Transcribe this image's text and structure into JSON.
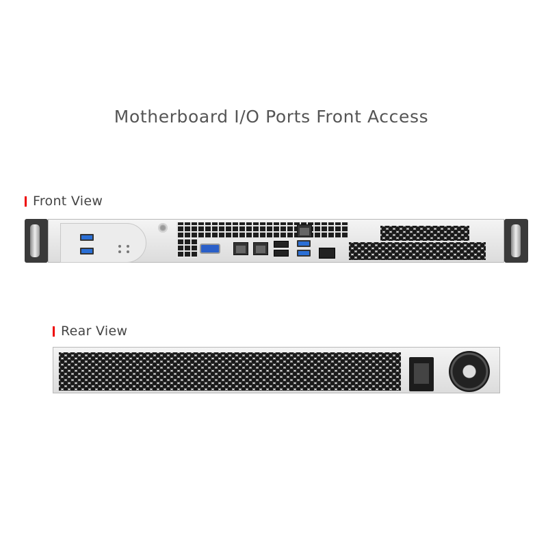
{
  "title": "Motherboard I/O Ports Front Access",
  "sections": {
    "front": {
      "label": "Front View"
    },
    "rear": {
      "label": "Rear View"
    }
  },
  "colors": {
    "accent": "#e00000",
    "text": "#555555",
    "usb": "#2a6fd6"
  }
}
